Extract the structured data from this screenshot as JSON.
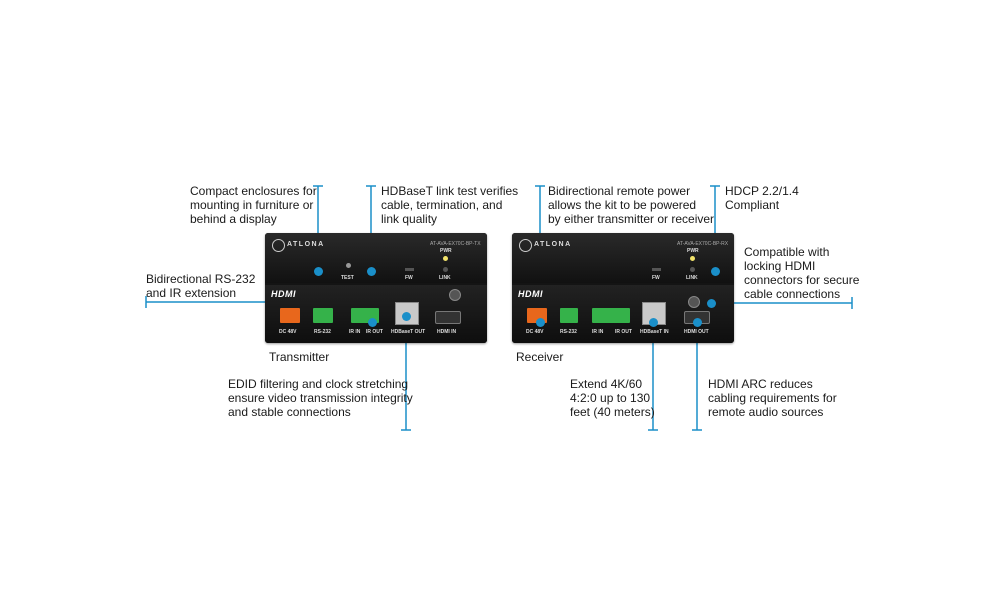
{
  "callouts": {
    "compact": "Compact enclosures for\nmounting in furniture or\nbehind a display",
    "link_test": "HDBaseT link test verifies\ncable, termination, and\nlink quality",
    "rs232": "Bidirectional RS-232\nand IR extension",
    "edid": "EDID filtering and clock stretching\nensure video transmission integrity\nand stable connections",
    "remote_power": "Bidirectional remote power\nallows the kit to be powered\nby either transmitter or receiver",
    "hdcp": "HDCP 2.2/1.4\nCompliant",
    "locking_hdmi": "Compatible with\nlocking HDMI\nconnectors for secure\ncable connections",
    "extend": "Extend 4K/60\n4:2:0 up to 130\nfeet (40 meters)",
    "hdmi_arc": "HDMI ARC reduces\ncabling requirements for\nremote audio sources"
  },
  "captions": {
    "transmitter": "Transmitter",
    "receiver": "Receiver"
  },
  "transmitter": {
    "brand": "ATLONA",
    "model": "AT-AVA-EX70C-BP-TX",
    "hdmi_logo": "HDMI",
    "test_label": "TEST",
    "fw_label": "FW",
    "pwr_label": "PWR",
    "link_label": "LINK",
    "port_labels": {
      "dc": "DC 48V",
      "rs232": "RS-232",
      "ir_in": "IR IN",
      "ir_out": "IR OUT",
      "hdbaset": "HDBaseT OUT",
      "hdmi": "HDMI IN"
    }
  },
  "receiver": {
    "brand": "ATLONA",
    "model": "AT-AVA-EX70C-BP-RX",
    "hdmi_logo": "HDMI",
    "fw_label": "FW",
    "pwr_label": "PWR",
    "link_label": "LINK",
    "port_labels": {
      "dc": "DC 48V",
      "rs232": "RS-232",
      "ir_in": "IR IN",
      "ir_out": "IR OUT",
      "hdbaset": "HDBaseT IN",
      "hdmi": "HDMI OUT"
    }
  },
  "colors": {
    "accent": "#1a8fc9",
    "power_connector": "#e8671c",
    "terminal_block": "#35b24a"
  }
}
